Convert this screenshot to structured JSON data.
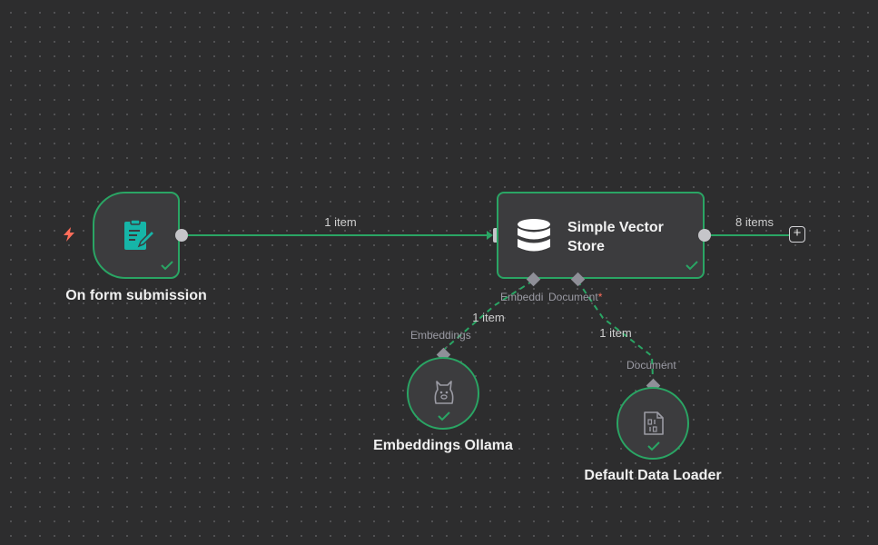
{
  "nodes": {
    "trigger": {
      "label": "On form submission",
      "icon": "form-edit-icon"
    },
    "vector_store": {
      "label": "Simple Vector Store",
      "icon": "database-icon"
    },
    "embeddings": {
      "label": "Embeddings Ollama",
      "icon": "ollama-llama-icon"
    },
    "loader": {
      "label": "Default Data Loader",
      "icon": "binary-file-icon"
    }
  },
  "connections": {
    "trigger_to_store": "1 item",
    "store_output": "8 items",
    "embeddings_to_store": "1 item",
    "loader_to_store": "1 item"
  },
  "ports": {
    "store_embedding": "Embeddi",
    "store_document": "Document",
    "store_document_required": "*",
    "embeddings_output": "Embeddings",
    "loader_output": "Document"
  },
  "add_button": "+",
  "colors": {
    "canvas": "#2d2d2e",
    "node_bg": "#3c3c3e",
    "success": "#2aa564",
    "trigger_accent": "#ff6d5a",
    "form_icon": "#16b5a8",
    "handle": "#c5c5c9"
  }
}
